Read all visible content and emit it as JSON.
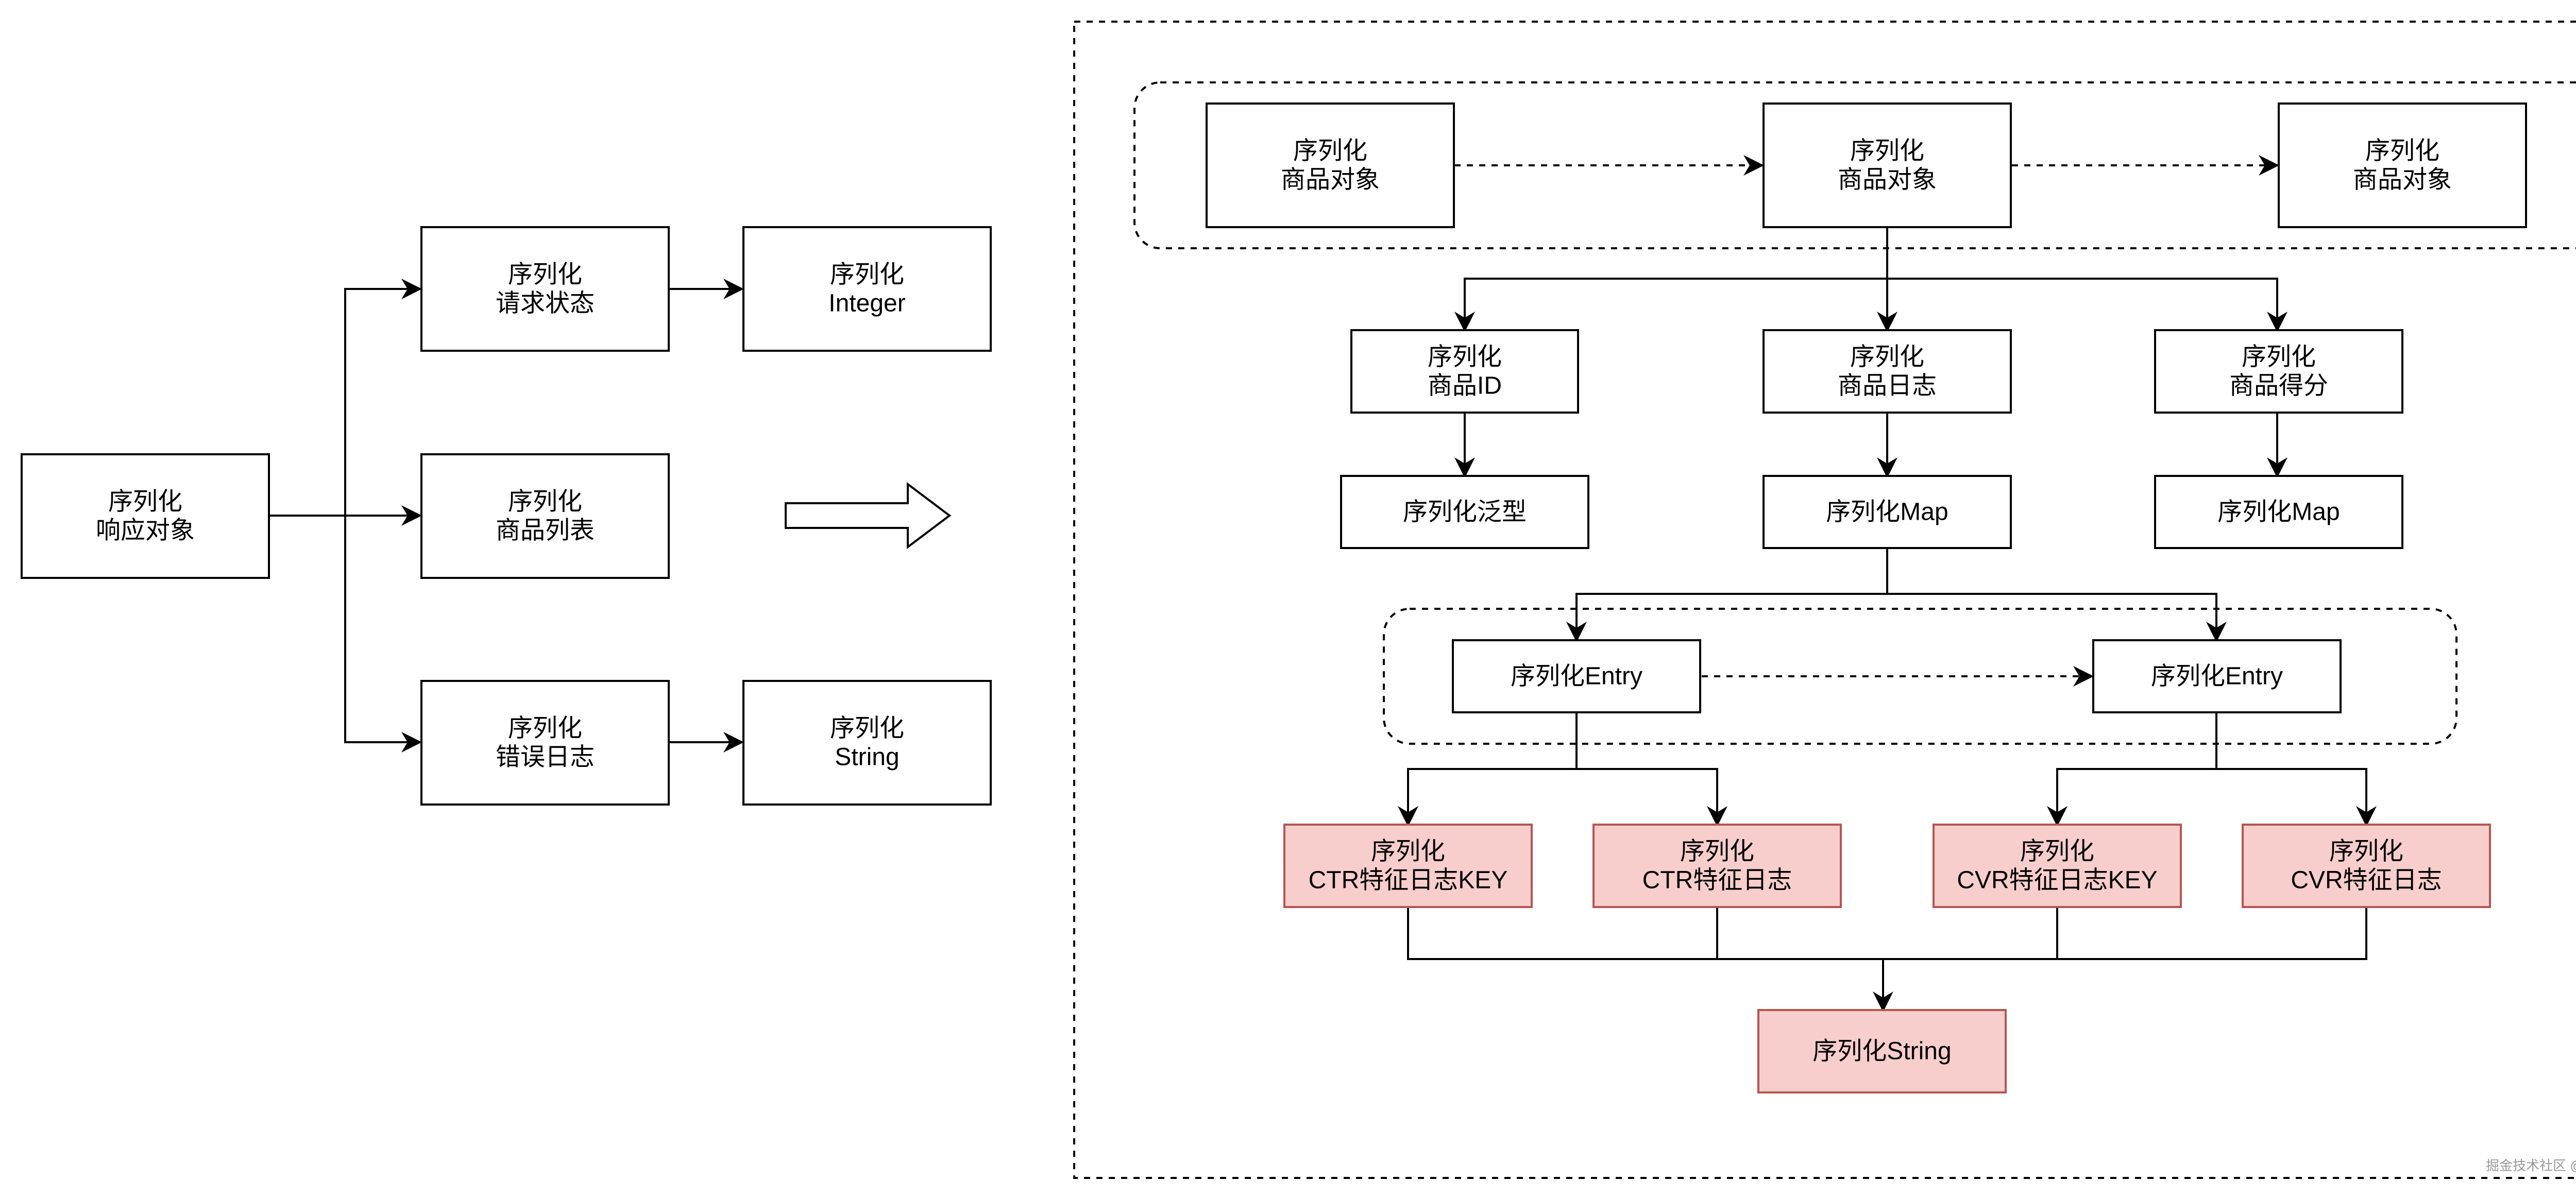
{
  "nodes": {
    "resp": [
      "序列化",
      "响应对象"
    ],
    "req_status": [
      "序列化",
      "请求状态"
    ],
    "integer": [
      "序列化",
      "Integer"
    ],
    "goods_list": [
      "序列化",
      "商品列表"
    ],
    "err_log": [
      "序列化",
      "错误日志"
    ],
    "string_l": [
      "序列化",
      "String"
    ],
    "goods_obj_1": [
      "序列化",
      "商品对象"
    ],
    "goods_obj_2": [
      "序列化",
      "商品对象"
    ],
    "goods_obj_3": [
      "序列化",
      "商品对象"
    ],
    "goods_id": [
      "序列化",
      "商品ID"
    ],
    "goods_log": [
      "序列化",
      "商品日志"
    ],
    "goods_score": [
      "序列化",
      "商品得分"
    ],
    "generic": [
      "序列化泛型"
    ],
    "map_1": [
      "序列化Map"
    ],
    "map_2": [
      "序列化Map"
    ],
    "entry_1": [
      "序列化Entry"
    ],
    "entry_2": [
      "序列化Entry"
    ],
    "ctr_key": [
      "序列化",
      "CTR特征日志KEY"
    ],
    "ctr_log": [
      "序列化",
      "CTR特征日志"
    ],
    "cvr_key": [
      "序列化",
      "CVR特征日志KEY"
    ],
    "cvr_log": [
      "序列化",
      "CVR特征日志"
    ],
    "string_r": [
      "序列化String"
    ]
  },
  "colors": {
    "default_fill": "#ffffff",
    "default_stroke": "#000000",
    "highlight_fill": "#f8cecc",
    "highlight_stroke": "#b85450"
  },
  "watermark": "掘金技术社区 @ 转转技术团队"
}
